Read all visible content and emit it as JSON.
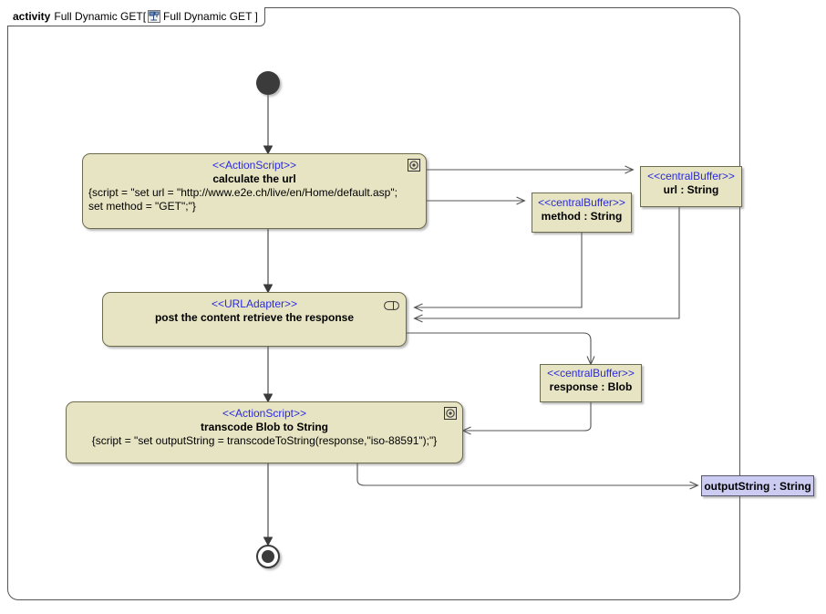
{
  "frame": {
    "keyword": "activity",
    "name": "Full Dynamic GET[",
    "icon": "activity-diagram-icon",
    "tab_name": "Full Dynamic GET ]"
  },
  "colors": {
    "node_fill": "#e7e4c3",
    "node_border": "#6b6b4e",
    "stereotype_text": "#2a2ae0",
    "pin_fill": "#ccccf2",
    "pin_border": "#55556b",
    "edge": "#555555",
    "control_node": "#3b3b3b",
    "frame_border": "#555555"
  },
  "nodes": {
    "initial": {
      "name": "initial-node"
    },
    "calculate_url": {
      "stereotype": "<<ActionScript>>",
      "name": "calculate the url",
      "script": "{script = \"set url = \"http://www.e2e.ch/live/en/Home/default.asp\";\nset method = \"GET\";\"}",
      "icon": "action-script-icon"
    },
    "buffer_method": {
      "stereotype": "<<centralBuffer>>",
      "name": "method : String"
    },
    "buffer_url": {
      "stereotype": "<<centralBuffer>>",
      "name": "url : String"
    },
    "url_adapter": {
      "stereotype": "<<URLAdapter>>",
      "name": "post the content retrieve the response",
      "icon": "url-adapter-icon"
    },
    "buffer_response": {
      "stereotype": "<<centralBuffer>>",
      "name": "response : Blob"
    },
    "transcode": {
      "stereotype": "<<ActionScript>>",
      "name": "transcode Blob to String",
      "script": "{script = \"set outputString = transcodeToString(response,\"iso-88591\");\"}",
      "icon": "action-script-icon"
    },
    "output_string": {
      "name": "outputString : String"
    },
    "final": {
      "name": "activity-final-node"
    }
  }
}
